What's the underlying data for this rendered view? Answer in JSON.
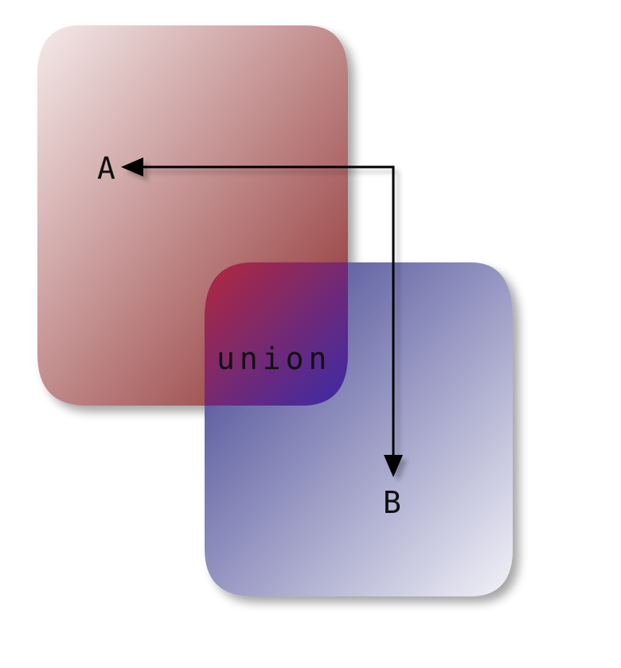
{
  "shapes": {
    "a": {
      "label": "A",
      "gradient_light": "#f5eaea",
      "gradient_dark": "#8b2a2a"
    },
    "b": {
      "label": "B",
      "gradient_dark": "#3a3a8c",
      "gradient_light": "#f2f2f8"
    },
    "intersection": {
      "label": "union",
      "color_red": "#b3283c",
      "color_blue": "#3a2aa8"
    }
  },
  "connector": {
    "icon": "arrow-both-ends",
    "color": "#000000"
  }
}
